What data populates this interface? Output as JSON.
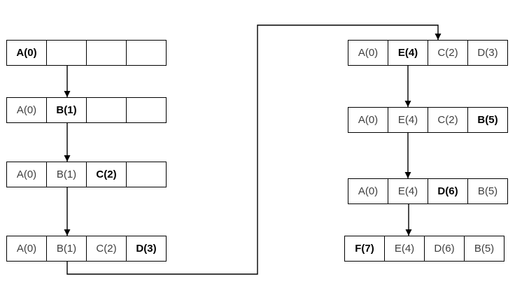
{
  "colors": {
    "background": "#ffffff",
    "line": "#000000",
    "text_regular": "#3e3e3e",
    "text_new_entry": "#000000"
  },
  "arrays": [
    {
      "name": "left-step-1",
      "cells": [
        {
          "label": "A(0)",
          "bold": true
        },
        {
          "label": "",
          "bold": false
        },
        {
          "label": "",
          "bold": false
        },
        {
          "label": "",
          "bold": false
        }
      ]
    },
    {
      "name": "left-step-2",
      "cells": [
        {
          "label": "A(0)",
          "bold": false
        },
        {
          "label": "B(1)",
          "bold": true
        },
        {
          "label": "",
          "bold": false
        },
        {
          "label": "",
          "bold": false
        }
      ]
    },
    {
      "name": "left-step-3",
      "cells": [
        {
          "label": "A(0)",
          "bold": false
        },
        {
          "label": "B(1)",
          "bold": false
        },
        {
          "label": "C(2)",
          "bold": true
        },
        {
          "label": "",
          "bold": false
        }
      ]
    },
    {
      "name": "left-step-4",
      "cells": [
        {
          "label": "A(0)",
          "bold": false
        },
        {
          "label": "B(1)",
          "bold": false
        },
        {
          "label": "C(2)",
          "bold": false
        },
        {
          "label": "D(3)",
          "bold": true
        }
      ]
    },
    {
      "name": "right-step-5",
      "cells": [
        {
          "label": "A(0)",
          "bold": false
        },
        {
          "label": "E(4)",
          "bold": true
        },
        {
          "label": "C(2)",
          "bold": false
        },
        {
          "label": "D(3)",
          "bold": false
        }
      ]
    },
    {
      "name": "right-step-6",
      "cells": [
        {
          "label": "A(0)",
          "bold": false
        },
        {
          "label": "E(4)",
          "bold": false
        },
        {
          "label": "C(2)",
          "bold": false
        },
        {
          "label": "B(5)",
          "bold": true
        }
      ]
    },
    {
      "name": "right-step-7",
      "cells": [
        {
          "label": "A(0)",
          "bold": false
        },
        {
          "label": "E(4)",
          "bold": false
        },
        {
          "label": "D(6)",
          "bold": true
        },
        {
          "label": "B(5)",
          "bold": false
        }
      ]
    },
    {
      "name": "right-step-8",
      "cells": [
        {
          "label": "F(7)",
          "bold": true
        },
        {
          "label": "E(4)",
          "bold": false
        },
        {
          "label": "D(6)",
          "bold": false
        },
        {
          "label": "B(5)",
          "bold": false
        }
      ]
    }
  ]
}
